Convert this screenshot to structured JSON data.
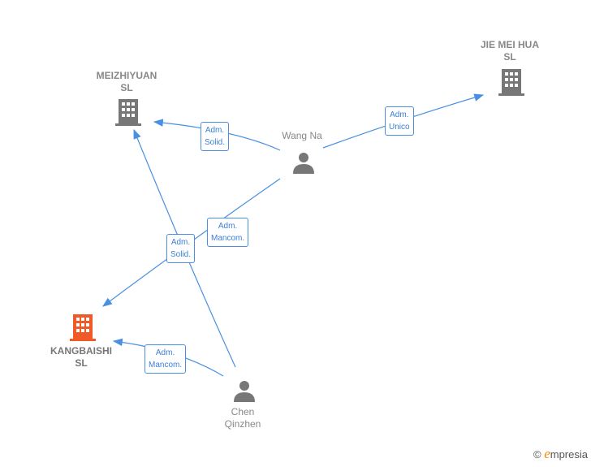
{
  "nodes": {
    "meizhiyuan": {
      "name": "MEIZHIYUAN SL",
      "line1": "MEIZHIYUAN",
      "line2": "SL",
      "icon": "building-icon",
      "color": "#777777"
    },
    "jiemeihua": {
      "name": "JIE MEI HUA SL",
      "line1": "JIE MEI HUA",
      "line2": "SL",
      "icon": "building-icon",
      "color": "#777777"
    },
    "kangbaishi": {
      "name": "KANGBAISHI SL",
      "line1": "KANGBAISHI",
      "line2": "SL",
      "icon": "building-icon",
      "color": "#f05a28"
    },
    "wangna": {
      "line1": "Wang Na",
      "icon": "person-icon"
    },
    "chen": {
      "line1": "Chen",
      "line2": "Qinzhen",
      "icon": "person-icon"
    }
  },
  "edges": [
    {
      "from": "Wang Na",
      "to": "MEIZHIYUAN SL",
      "l1": "Adm.",
      "l2": "Solid."
    },
    {
      "from": "Wang Na",
      "to": "JIE MEI HUA SL",
      "l1": "Adm.",
      "l2": "Unico"
    },
    {
      "from": "Wang Na",
      "to": "KANGBAISHI SL",
      "l1": "Adm.",
      "l2": "Mancom."
    },
    {
      "from": "Chen Qinzhen",
      "to": "MEIZHIYUAN SL",
      "l1": "Adm.",
      "l2": "Solid."
    },
    {
      "from": "Chen Qinzhen",
      "to": "KANGBAISHI SL",
      "l1": "Adm.",
      "l2": "Mancom."
    }
  ],
  "edge_color": "#4a90e2",
  "footer": {
    "copyright": "©",
    "brand_e": "e",
    "brand_rest": "mpresia"
  }
}
